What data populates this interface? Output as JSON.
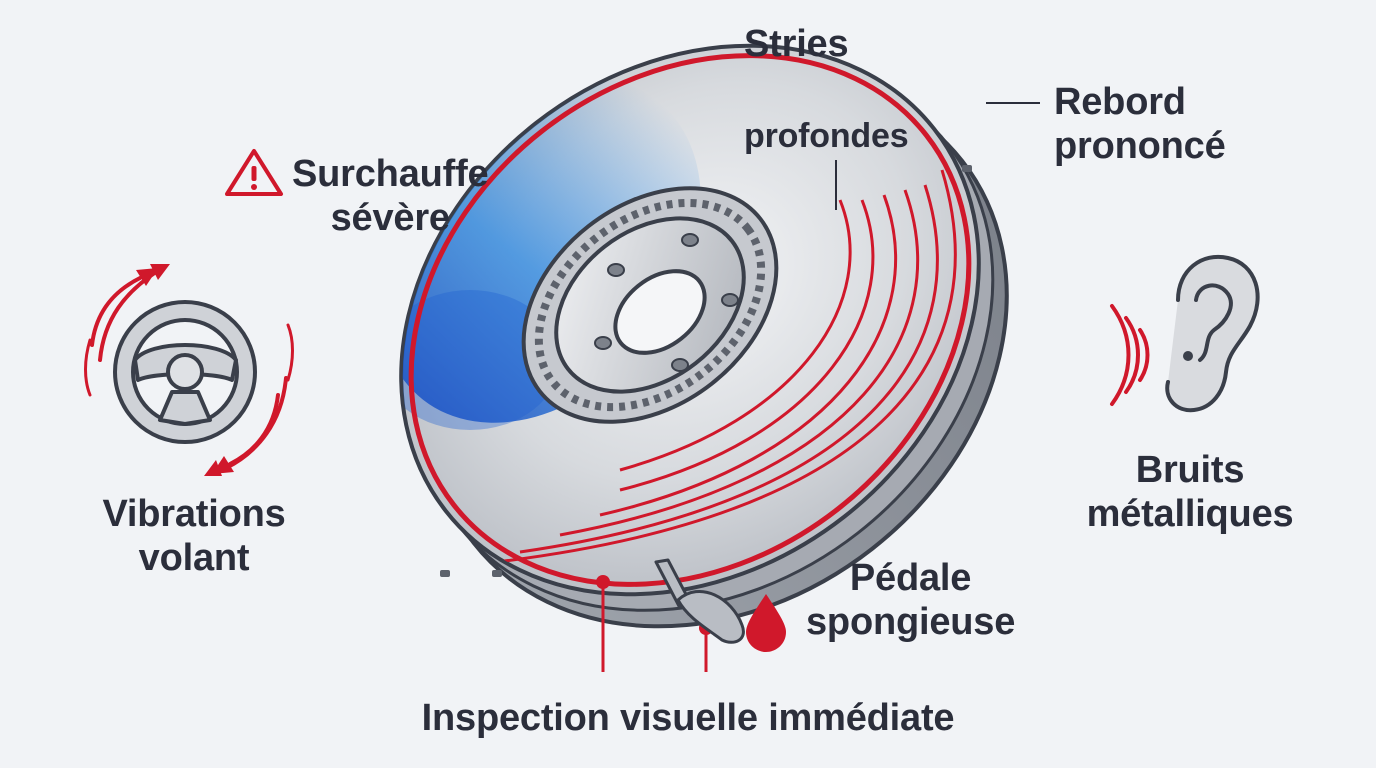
{
  "labels": {
    "stries": "Stries",
    "profondes": "profondes",
    "rebord_line1": "Rebord",
    "rebord_line2": "prononcé",
    "surchauffe_line1": "Surchauffe",
    "surchauffe_line2": "sévère",
    "vibrations_line1": "Vibrations",
    "vibrations_line2": "volant",
    "bruits_line1": "Bruits",
    "bruits_line2": "métalliques",
    "pedale_line1": "Pédale",
    "pedale_line2": "spongieuse",
    "inspection": "Inspection visuelle immédiate"
  },
  "icons": {
    "warning": "warning-triangle-icon",
    "steering": "steering-wheel-icon",
    "ear": "ear-icon",
    "drop": "fluid-drop-icon",
    "brake_disc": "brake-disc-illustration",
    "pedal": "brake-pedal-icon"
  },
  "colors": {
    "accent_red": "#d0182b",
    "text_dark": "#2b2e3b",
    "steel_light": "#e3e5e9",
    "steel_mid": "#b9bdc4",
    "steel_dark": "#8a8f98",
    "outline": "#3a3f4a",
    "heat_blue": "#1c6fd6"
  }
}
